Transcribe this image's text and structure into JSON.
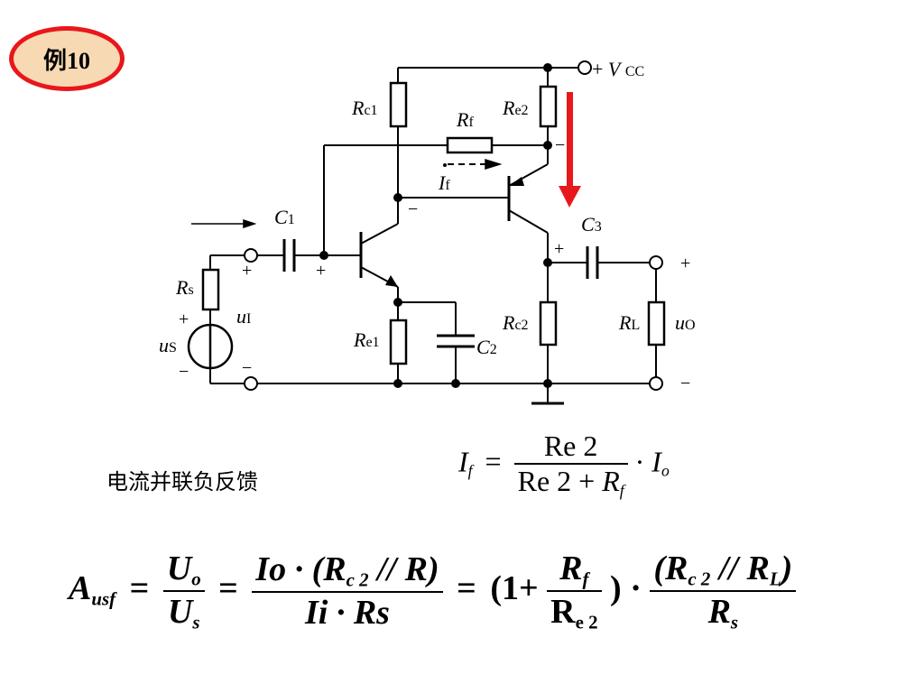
{
  "badge": {
    "label": "例10"
  },
  "caption": {
    "text": "电流并联负反馈"
  },
  "circuit": {
    "supply": {
      "sign": "+",
      "symbol": "V",
      "sub": "CC"
    },
    "components": {
      "rc1": {
        "symbol": "R",
        "sub": "c1"
      },
      "re2": {
        "symbol": "R",
        "sub": "e2"
      },
      "rf": {
        "symbol": "R",
        "sub": "f"
      },
      "if": {
        "symbol": "I",
        "sub": "f"
      },
      "c1": {
        "symbol": "C",
        "sub": "1"
      },
      "c2": {
        "symbol": "C",
        "sub": "2"
      },
      "c3": {
        "symbol": "C",
        "sub": "3"
      },
      "rs": {
        "symbol": "R",
        "sub": "s"
      },
      "re1": {
        "symbol": "R",
        "sub": "e1"
      },
      "rc2": {
        "symbol": "R",
        "sub": "c2"
      },
      "rl": {
        "symbol": "R",
        "sub": "L"
      },
      "ui": {
        "symbol": "u",
        "sub": "I"
      },
      "us": {
        "symbol": "u",
        "sub": "S"
      },
      "uo": {
        "symbol": "u",
        "sub": "O"
      }
    },
    "signs": {
      "plus": "+",
      "minus": "−"
    },
    "colors": {
      "feedback_arrow": "#e8171b"
    }
  },
  "formula1": {
    "lhs": "I",
    "lhs_sub": "f",
    "eq": "=",
    "num": "Re 2",
    "den_a": "Re 2",
    "den_plus": "+",
    "den_b": "R",
    "den_b_sub": "f",
    "dot": "·",
    "rhs": "I",
    "rhs_sub": "o"
  },
  "formula2": {
    "a": "A",
    "a_sub": "usf",
    "eq": "=",
    "f1_num": "U",
    "f1_num_sub": "o",
    "f1_den": "U",
    "f1_den_sub": "s",
    "f2_num_a": "Io · (R",
    "f2_num_sub": "c 2",
    "f2_num_b": " // R)",
    "f2_den": "Ii · Rs",
    "p_open": "(1+",
    "f3_num": "R",
    "f3_num_sub": "f",
    "f3_den": "R",
    "f3_den_sub": "e 2",
    "p_close": ")",
    "dot": "·",
    "f4_num_a": "(R",
    "f4_num_sub": "c 2",
    "f4_num_b": " // R",
    "f4_num_sub2": "L",
    "f4_num_c": ")",
    "f4_den": "R",
    "f4_den_sub": "s"
  }
}
